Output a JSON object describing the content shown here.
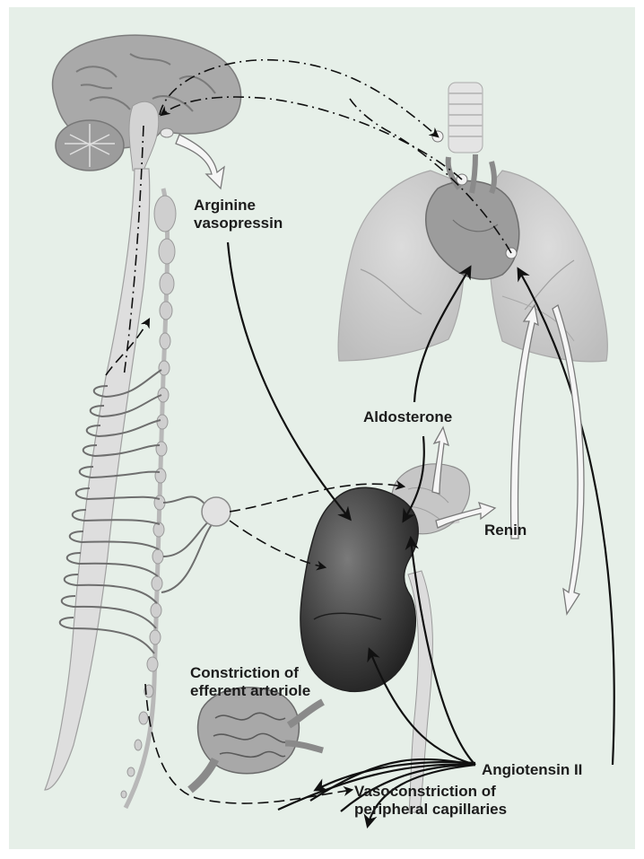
{
  "labels": {
    "arginine_vasopressin": [
      "Arginine",
      "vasopressin"
    ],
    "aldosterone": "Aldosterone",
    "renin": "Renin",
    "angiotensin_ii": "Angiotensin II",
    "constriction": [
      "Constriction of",
      "efferent arteriole"
    ],
    "vasoconstriction": [
      "Vasoconstriction of",
      "peripheral capillaries"
    ]
  },
  "colors": {
    "background": "#e6efe8",
    "border": "#ffffff",
    "organ_gray": "#b5b5b5",
    "kidney": "#4a4a4a",
    "arrow": "#111111",
    "hollow_arrow": "#f4f4f4"
  }
}
